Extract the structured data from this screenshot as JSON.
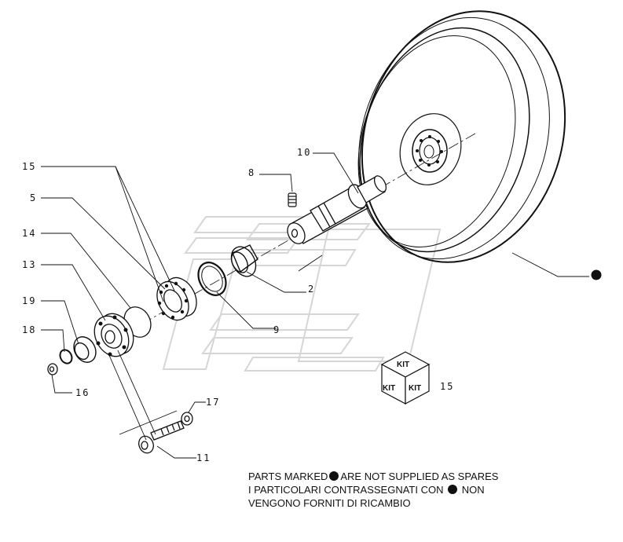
{
  "callouts": {
    "c15a": "15",
    "c5": "5",
    "c14": "14",
    "c13": "13",
    "c19": "19",
    "c18": "18",
    "c16": "16",
    "c8": "8",
    "c10": "10",
    "c2": "2",
    "c9": "9",
    "c17": "17",
    "c11": "11",
    "c15b": "15"
  },
  "kit": {
    "label_top": "KIT",
    "label_left": "KIT",
    "label_right": "KIT"
  },
  "note": {
    "line1_a": "PARTS MARKED",
    "line1_b": "ARE NOT SUPPLIED AS SPARES",
    "line2_a": "I  PARTICOLARI  CONTRASSEGNATI  CON",
    "line2_b": "NON",
    "line3": "VENGONO FORNITI DI RICAMBIO"
  }
}
